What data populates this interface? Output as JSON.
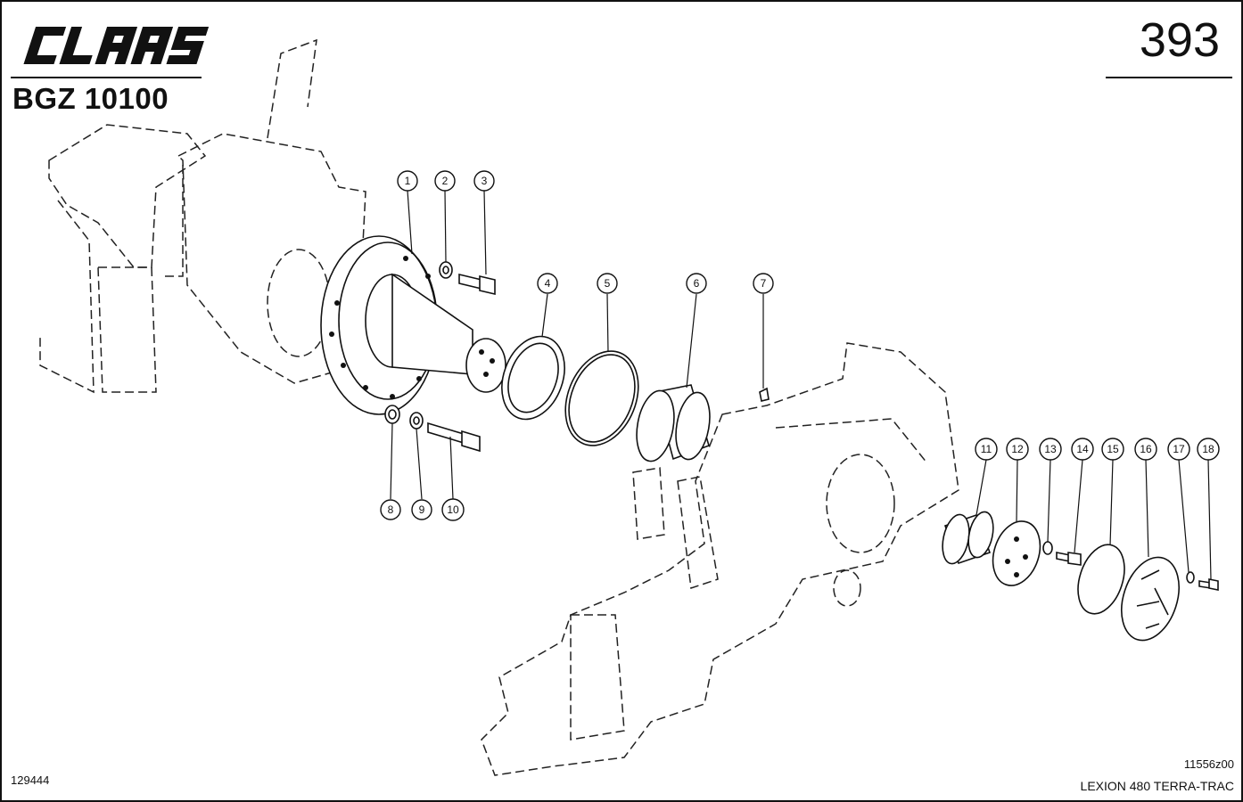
{
  "header": {
    "brand": "CLAAS",
    "group_code": "BGZ 10100",
    "page_number": "393"
  },
  "footer": {
    "drawing_id": "129444",
    "figure_code": "11556z00",
    "model": "LEXION 480 TERRA-TRAC"
  },
  "callouts": [
    {
      "label": "1"
    },
    {
      "label": "2"
    },
    {
      "label": "3"
    },
    {
      "label": "4"
    },
    {
      "label": "5"
    },
    {
      "label": "6"
    },
    {
      "label": "7"
    },
    {
      "label": "8"
    },
    {
      "label": "9"
    },
    {
      "label": "10"
    },
    {
      "label": "11"
    },
    {
      "label": "12"
    },
    {
      "label": "13"
    },
    {
      "label": "14"
    },
    {
      "label": "15"
    },
    {
      "label": "16"
    },
    {
      "label": "17"
    },
    {
      "label": "18"
    }
  ]
}
